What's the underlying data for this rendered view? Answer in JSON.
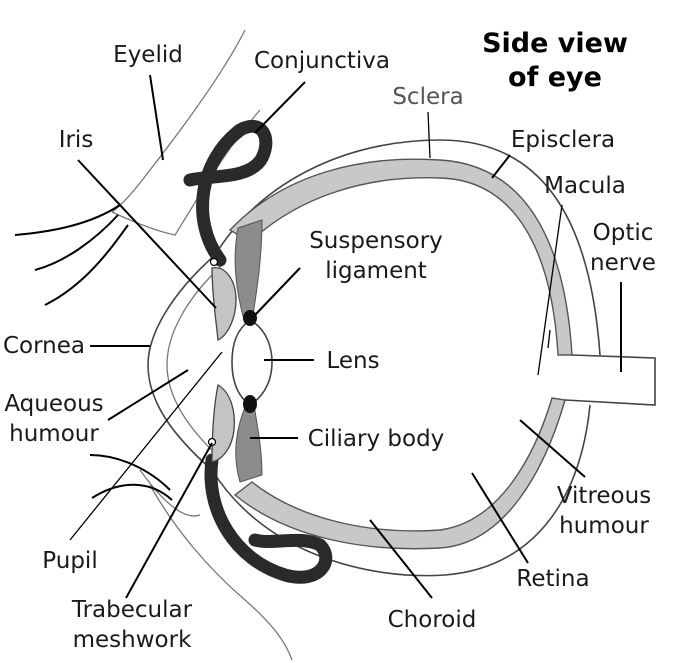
{
  "title_line1": "Side view",
  "title_line2": "of eye",
  "labels": {
    "eyelid": "Eyelid",
    "conjunctiva": "Conjunctiva",
    "sclera": "Sclera",
    "episclera": "Episclera",
    "iris": "Iris",
    "macula": "Macula",
    "optic_line1": "Optic",
    "optic_line2": "nerve",
    "suspensory_line1": "Suspensory",
    "suspensory_line2": "ligament",
    "cornea": "Cornea",
    "lens": "Lens",
    "aqueous_line1": "Aqueous",
    "aqueous_line2": "humour",
    "ciliary": "Ciliary body",
    "vitreous_line1": "Vitreous",
    "vitreous_line2": "humour",
    "pupil": "Pupil",
    "retina": "Retina",
    "trabecular_line1": "Trabecular",
    "trabecular_line2": "meshwork",
    "choroid": "Choroid"
  },
  "colors": {
    "conjunctiva": "#2a2a2a",
    "choroid_band": "#c8c8c8",
    "ciliary_body": "#8c8c8c",
    "iris": "#c4c4c4",
    "outline": "#444444"
  }
}
